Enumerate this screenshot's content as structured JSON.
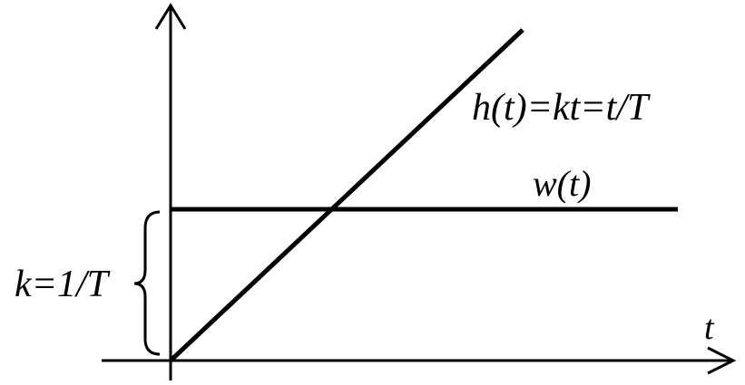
{
  "diagram": {
    "axis_x_label": "t",
    "ramp_label": "h(t)=kt=t/T",
    "step_label": "w(t)",
    "brace_label": "k=1/T",
    "stroke_color": "#000000",
    "background_color": "#ffffff"
  }
}
